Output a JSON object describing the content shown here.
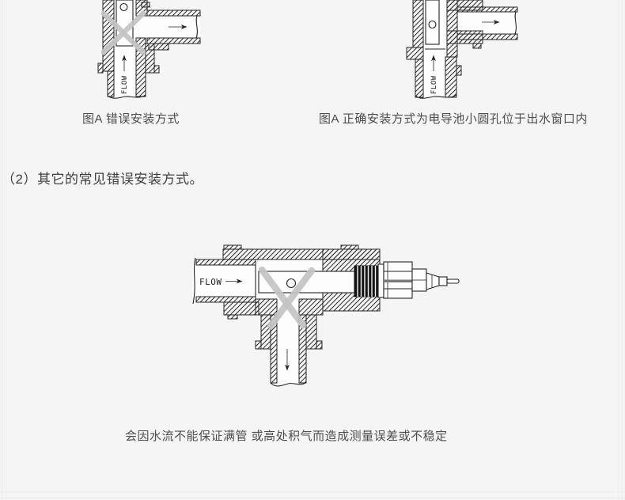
{
  "colors": {
    "page_bg": "#f5f5f6",
    "diagram_line": "#252525",
    "diagram_fill": "#fdfdfd",
    "cross": "#c3c3c3",
    "caption_text": "#4d4d4d",
    "heading_text": "#3f3f3f"
  },
  "figures": {
    "top_left": {
      "caption": "图A 错误安装方式",
      "flow_label": "FLOW"
    },
    "top_right": {
      "caption": "图A 正确安装方式为电导池小圆孔位于出水窗口内",
      "flow_label": "FLOW"
    },
    "bottom": {
      "caption": "会因水流不能保证满管 或高处积气而造成测量误差或不稳定",
      "flow_label": "FLOW"
    }
  },
  "section": {
    "heading": "（2）其它的常见错误安装方式。"
  }
}
